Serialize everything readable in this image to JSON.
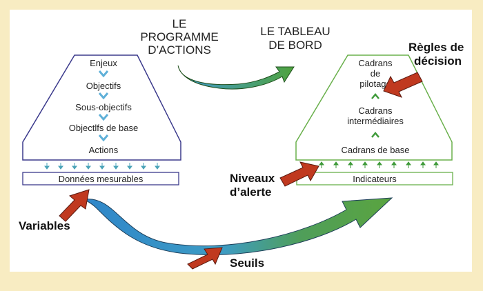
{
  "headings": {
    "programme": [
      "LE",
      "PROGRAMME",
      "D’ACTIONS"
    ],
    "tableau": [
      "LE TABLEAU",
      "DE BORD"
    ]
  },
  "left_pyramid": {
    "levels": [
      "Enjeux",
      "Objectifs",
      "Sous-objectifs",
      "Objectlfs de base",
      "Actions"
    ],
    "base": "Données mesurables"
  },
  "right_pyramid": {
    "top": [
      "Cadrans",
      "de",
      "pilotage"
    ],
    "middle": [
      "Cadrans",
      "intermédiaires"
    ],
    "bottom": "Cadrans de base",
    "base": "Indicateurs"
  },
  "arrow_labels": {
    "regles": [
      "Règles de",
      "décision"
    ],
    "niveaux": [
      "Niveaux",
      "d’alerte"
    ],
    "variables": "Variables",
    "seuils": "Seuils"
  },
  "colors": {
    "frame": "#f8ecc2",
    "left_outline": "#3b3a8c",
    "right_outline": "#6ab04c",
    "chevron_blue": "#5fb0d8",
    "chevron_green": "#3f9a3a",
    "red_arrow": "#c0391f",
    "blue_arrow": "#3f97d2",
    "green_arrow": "#4f9a45"
  }
}
